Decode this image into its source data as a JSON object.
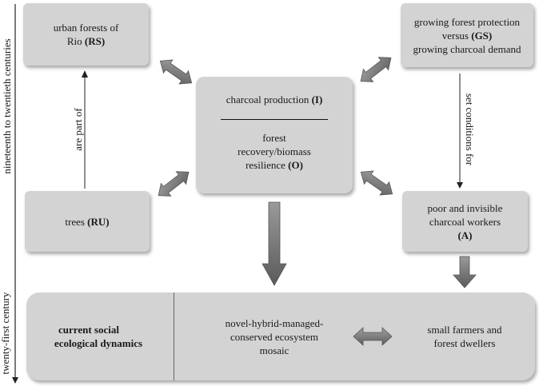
{
  "boxes": {
    "rs": {
      "text": "urban forests of",
      "line2": "Rio ",
      "code": "(RS)"
    },
    "gs": {
      "line1": "growing forest protection",
      "line2": "versus ",
      "code": "(GS)",
      "line3": "growing charcoal demand"
    },
    "center": {
      "top_text": "charcoal production ",
      "top_code": "(I)",
      "line1": "forest",
      "line2": "recovery/biomass",
      "line3": "resilience ",
      "code": "(O)"
    },
    "ru": {
      "text": "trees ",
      "code": "(RU)"
    },
    "a": {
      "line1": "poor and invisible",
      "line2": "charcoal workers",
      "code": "(A)"
    },
    "bottom": {
      "left_line1": "current social",
      "left_line2": "ecological dynamics",
      "mid_line1": "novel-hybrid-managed-",
      "mid_line2": "conserved ecosystem",
      "mid_line3": "mosaic",
      "right_line1": "small farmers and",
      "right_line2": "forest dwellers"
    }
  },
  "labels": {
    "are_part_of": "are part of",
    "set_conditions_for": "set conditions for",
    "period_top": "nineteenth to twentieth  centuries",
    "period_bottom": "twenty-first century"
  },
  "colors": {
    "box_fill": "#d3d3d3",
    "arrow_fill": "#808080"
  }
}
